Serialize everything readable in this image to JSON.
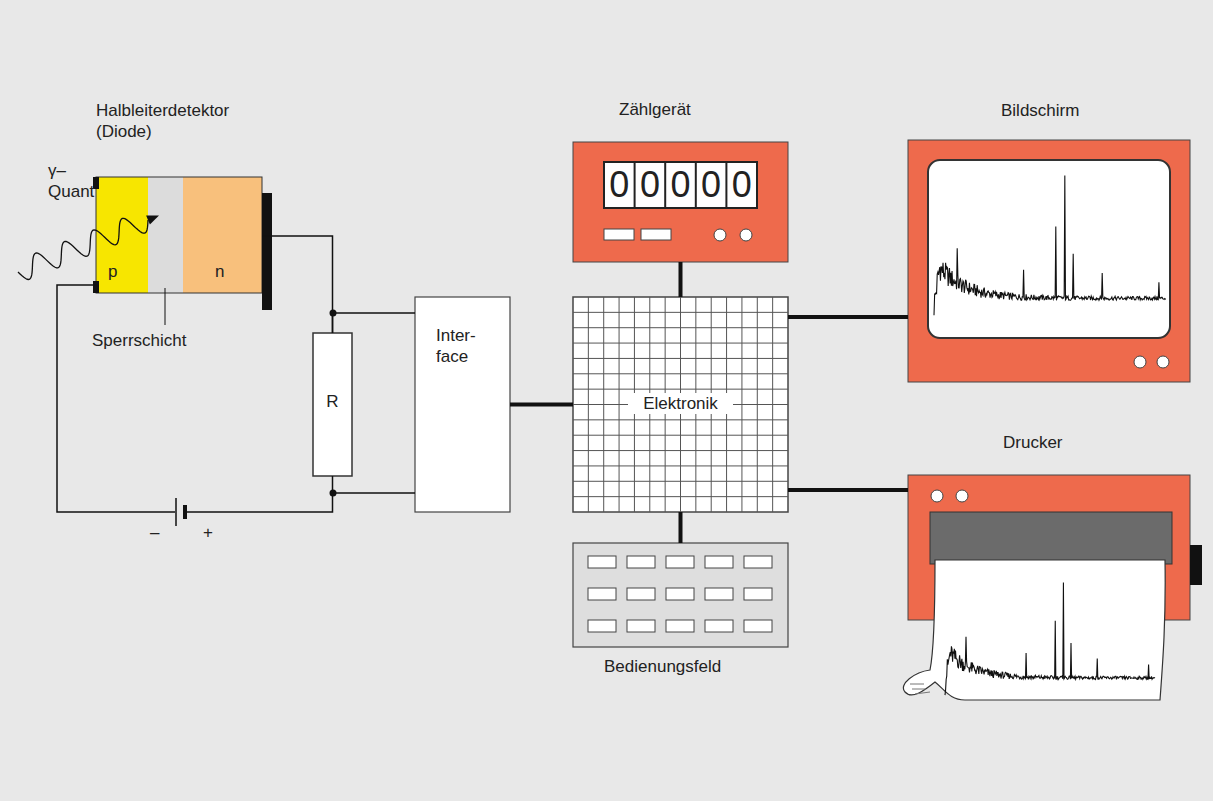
{
  "diagram": {
    "nodes": [
      {
        "text": [
          "Halbleiterdetektor (Diode)"
        ]
      },
      {
        "text": [
          "p"
        ],
        "in": 0
      },
      {
        "text": [
          "n"
        ],
        "in": 0
      },
      {
        "text": [
          "R"
        ]
      },
      {
        "text": [
          "Inter- face"
        ]
      },
      {
        "text": [
          "Zählgerät"
        ]
      },
      {
        "text": [
          "0"
        ],
        "in": 5
      },
      {
        "text": [
          "0"
        ],
        "in": 5
      },
      {
        "text": [
          "0"
        ],
        "in": 5
      },
      {
        "text": [
          "0"
        ],
        "in": 5
      },
      {
        "text": [
          "0"
        ],
        "in": 5
      },
      {
        "text": [
          "Elektronik"
        ]
      },
      {
        "text": [
          "Bedienungsfeld"
        ]
      },
      {
        "text": [
          "Bildschirm"
        ]
      },
      {
        "text": [
          "Drucker"
        ]
      }
    ],
    "edges": [
      {
        "from": 2,
        "to": 3,
        "arrow": "none"
      },
      {
        "from": 1,
        "to": 3,
        "arrow": "none"
      },
      {
        "from": 3,
        "to": 4,
        "arrow": "none"
      },
      {
        "from": 4,
        "to": 11,
        "arrow": "none"
      },
      {
        "from": 5,
        "to": 11,
        "arrow": "none"
      },
      {
        "from": 11,
        "to": 13,
        "arrow": "none"
      },
      {
        "from": 11,
        "to": 14,
        "arrow": "none"
      },
      {
        "from": 11,
        "to": 12,
        "arrow": "none"
      }
    ],
    "labels": [
      "γ– Quant",
      "Sperrschicht",
      "–",
      "+"
    ]
  }
}
